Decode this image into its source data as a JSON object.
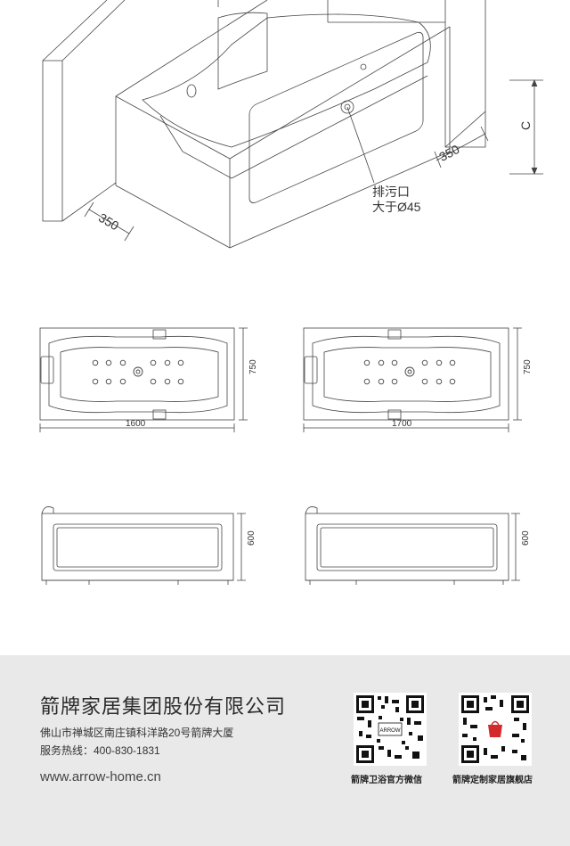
{
  "drawing": {
    "perspective": {
      "dim_left": "350",
      "dim_right": "350",
      "dim_height": "C",
      "drain_label_line1": "排污口",
      "drain_label_line2": "大于Ø45"
    },
    "top_view_1600": {
      "length": "1600",
      "width": "750"
    },
    "top_view_1700": {
      "length": "1700",
      "width": "750"
    },
    "front_view_1600": {
      "height": "600"
    },
    "front_view_1700": {
      "height": "600"
    }
  },
  "footer": {
    "company": "箭牌家居集团股份有限公司",
    "address": "佛山市禅城区南庄镇科洋路20号箭牌大厦",
    "hotline": "服务热线：400-830-1831",
    "website": "www.arrow-home.cn",
    "qr1_caption": "箭牌卫浴官方微信",
    "qr1_center": "ARROW",
    "qr2_caption": "箭牌定制家居旗舰店"
  }
}
